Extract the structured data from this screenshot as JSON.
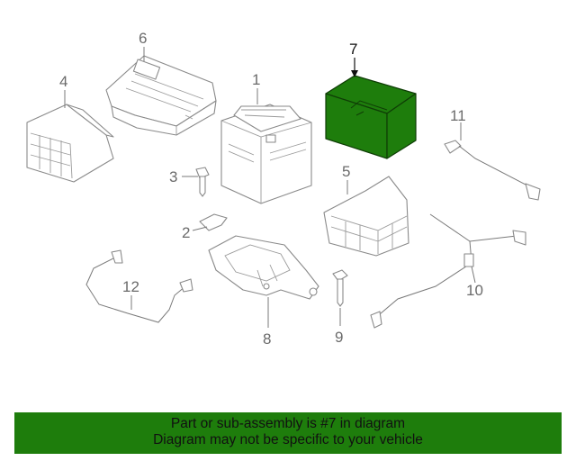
{
  "diagram": {
    "highlight_color": "#1e7d0c",
    "parts": [
      {
        "number": "1",
        "name": "battery"
      },
      {
        "number": "2",
        "name": "hold-down-clamp"
      },
      {
        "number": "3",
        "name": "bolt"
      },
      {
        "number": "4",
        "name": "heat-shield"
      },
      {
        "number": "5",
        "name": "battery-tray-box"
      },
      {
        "number": "6",
        "name": "battery-cover"
      },
      {
        "number": "7",
        "name": "insulator-highlighted"
      },
      {
        "number": "8",
        "name": "battery-tray-bracket"
      },
      {
        "number": "9",
        "name": "bolt"
      },
      {
        "number": "10",
        "name": "positive-cable"
      },
      {
        "number": "11",
        "name": "ground-cable"
      },
      {
        "number": "12",
        "name": "negative-cable"
      }
    ]
  },
  "banner": {
    "line1": "Part or sub-assembly is #7 in diagram",
    "line2": "Diagram may not be specific to your vehicle",
    "background": "#1e7d0c"
  }
}
